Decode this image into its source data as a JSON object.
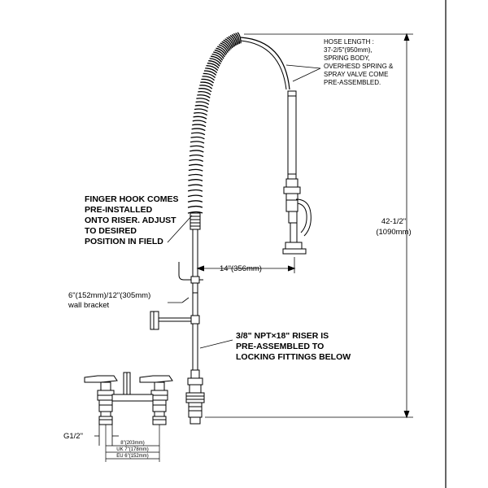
{
  "notes": {
    "hose": [
      "HOSE LENGTH :",
      "37-2/5\"(950mm),",
      "SPRING BODY,",
      "OVERHESD SPRING &",
      "SPRAY VALVE COME",
      "PRE-ASSEMBLED."
    ],
    "finger_hook": [
      "FINGER HOOK COMES",
      "PRE-INSTALLED",
      "ONTO RISER. ADJUST",
      "TO DESIRED",
      "POSITION IN FIELD"
    ],
    "wall_bracket": [
      "6\"(152mm)/12\"(305mm)",
      "wall bracket"
    ],
    "riser": [
      "3/8\" NPT×18\" RISER IS",
      "PRE-ASSEMBLED TO",
      "LOCKING FITTINGS BELOW"
    ]
  },
  "dimensions": {
    "height": [
      "42-1/2\"",
      "(1090mm)"
    ],
    "reach": "14\"(356mm)",
    "thread": "G1/2\"",
    "centers": [
      "8\"(203mm)",
      "UK 7\"(178mm)",
      "EU 6\"(152mm)"
    ]
  },
  "colors": {
    "line": "#000000",
    "background": "#ffffff"
  }
}
